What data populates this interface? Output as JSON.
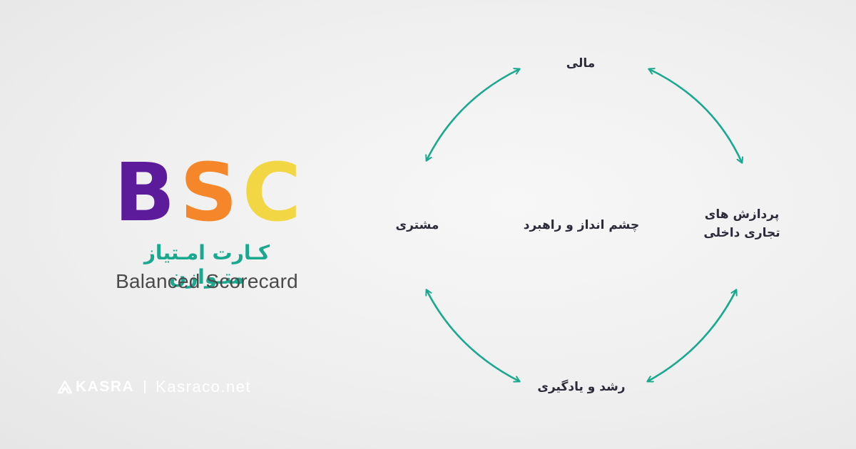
{
  "logo": {
    "letters": [
      {
        "char": "B",
        "color": "#5b1b9b"
      },
      {
        "char": "S",
        "color": "#f5872a"
      },
      {
        "char": "C",
        "color": "#f2d644"
      }
    ],
    "title_fa": "کـارت امـتیاز متـوازن",
    "title_fa_color": "#1aa88e",
    "title_en": "Balanced Scorecard"
  },
  "brand": {
    "name": "KASRA",
    "url": "Kasraco.net"
  },
  "diagram": {
    "arrow_color": "#1aa88e",
    "nodes": {
      "top": "مالی",
      "left": "مشتری",
      "center": "چشم انداز و راهبرد",
      "right_line1": "پردازش های",
      "right_line2": "تجاری داخلی",
      "bottom": "رشد و یادگیری"
    }
  }
}
